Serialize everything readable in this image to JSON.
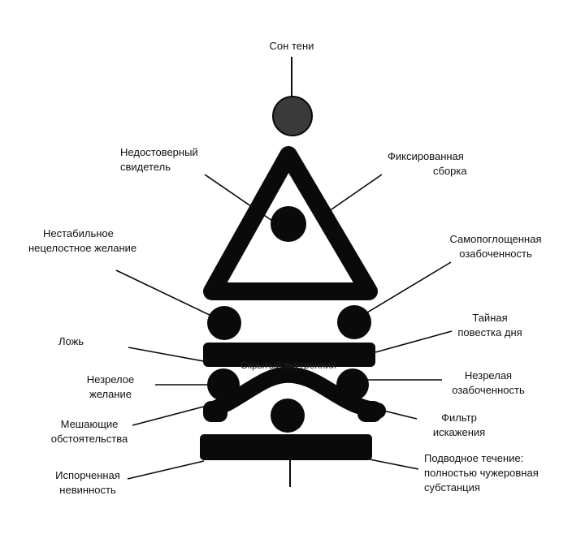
{
  "colors": {
    "ink": "#0a0a0a",
    "moon": "#3a3a3a",
    "background": "#ffffff"
  },
  "labels": {
    "shadow_dream": "Сон тени",
    "unreliable_witness": [
      "Недостоверный",
      "свидетель"
    ],
    "fixed_assembly": [
      "Фиксированная",
      "сборка"
    ],
    "unstable_desire": [
      "Нестабильное",
      "нецелостное желание"
    ],
    "self_absorbed": [
      "Самопоглощенная",
      "озабоченность"
    ],
    "hidden_agenda": [
      "Тайная",
      "повестка дня"
    ],
    "lie": "Ложь",
    "hidden_inner": "Скрытый внутренний",
    "immature_desire": [
      "Незрелое",
      "желание"
    ],
    "immature_concern": [
      "Незрелая",
      "озабоченность"
    ],
    "hindering_circumstances": [
      "Мешающие",
      "обстоятельства"
    ],
    "distortion_filter": [
      "Фильтр",
      "искажения"
    ],
    "spoiled_innocence": [
      "Испорченная",
      "невинность"
    ],
    "undercurrent": [
      "Подводное течение:",
      "полностью чужеровная",
      "субстанция"
    ]
  }
}
